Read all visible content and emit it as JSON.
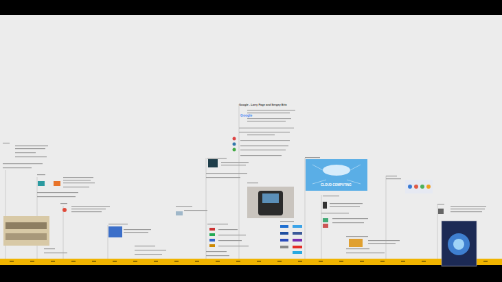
{
  "diagram": {
    "labels": [
      "Google - Larry Page and Sergey Brin",
      "Google",
      "CLOUD COMPUTING"
    ]
  }
}
